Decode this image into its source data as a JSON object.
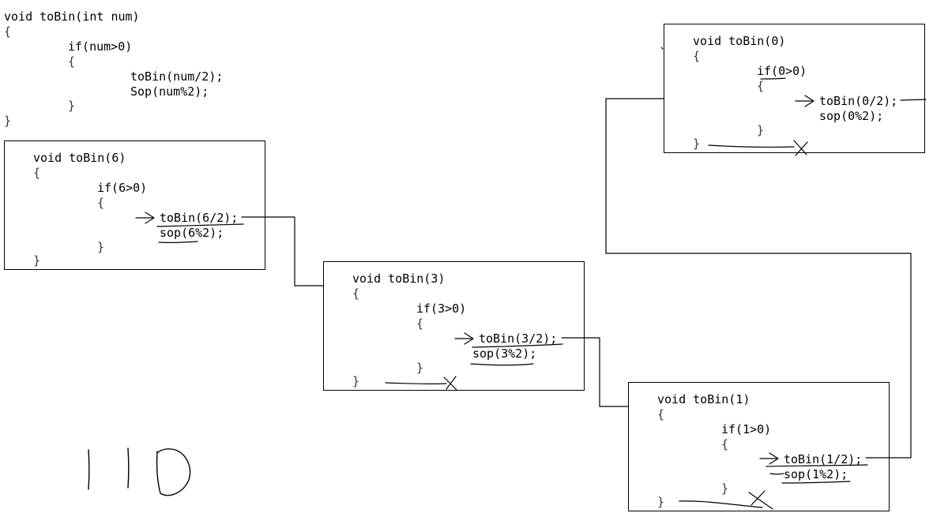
{
  "source_code": {
    "signature": "void toBin(int num)",
    "open_brace": "{",
    "if_line": "if(num>0)",
    "if_open": "{",
    "recursive_call": "toBin(num/2);",
    "print_call": "Sop(num%2);",
    "if_close": "}",
    "close_brace": "}"
  },
  "frames": [
    {
      "signature": "void toBin(6)",
      "open_brace": "{",
      "if_line": "if(6>0)",
      "if_open": "{",
      "recursive_call": "toBin(6/2);",
      "print_call": "sop(6%2);",
      "if_close": "}",
      "close_brace": "}"
    },
    {
      "signature": "void toBin(3)",
      "open_brace": "{",
      "if_line": "if(3>0)",
      "if_open": "{",
      "recursive_call": "toBin(3/2);",
      "print_call": "sop(3%2);",
      "if_close": "}",
      "close_brace": "}"
    },
    {
      "signature": "void toBin(1)",
      "open_brace": "{",
      "if_line": "if(1>0)",
      "if_open": "{",
      "recursive_call": "toBin(1/2);",
      "print_call": "sop(1%2);",
      "if_close": "}",
      "close_brace": "}"
    },
    {
      "signature": "void toBin(0)",
      "open_brace": "{",
      "if_line": "if(0>0)",
      "if_open": "{",
      "recursive_call": "toBin(0/2);",
      "print_call": "sop(0%2);",
      "if_close": "}",
      "close_brace": "}"
    }
  ],
  "line_color": "#000000"
}
